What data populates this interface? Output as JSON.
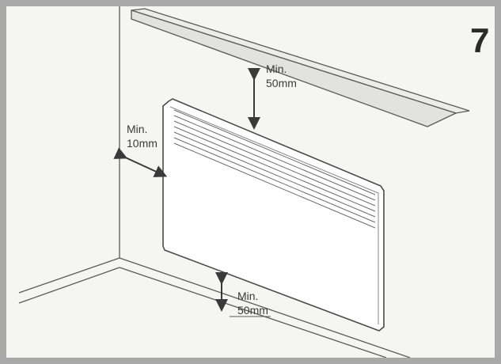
{
  "step": {
    "number": "7"
  },
  "clearances": {
    "top": {
      "line1": "Min.",
      "line2": "50mm"
    },
    "side": {
      "line1": "Min.",
      "line2": "10mm"
    },
    "bottom": {
      "line1": "Min.",
      "line2": "50mm"
    }
  },
  "colors": {
    "frame": "#a9a9a9",
    "paper": "#f5f5f3",
    "ink": "#3a3a3a"
  }
}
